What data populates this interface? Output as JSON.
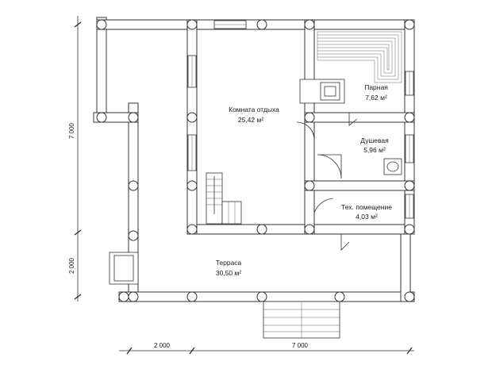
{
  "rooms": {
    "rest": {
      "name": "Комната отдыха",
      "area": "25,42 м²"
    },
    "steam": {
      "name": "Парная",
      "area": "7,62 м²"
    },
    "shower": {
      "name": "Душевая",
      "area": "5,96 м²"
    },
    "tech": {
      "name": "Тех. помещение",
      "area": "4,03 м²"
    },
    "terrace": {
      "name": "Терраса",
      "area": "30,50 м²"
    }
  },
  "dimensions": {
    "left_upper": "7 000",
    "left_lower": "2 000",
    "bottom_left": "2 000",
    "bottom_right": "7 000"
  }
}
